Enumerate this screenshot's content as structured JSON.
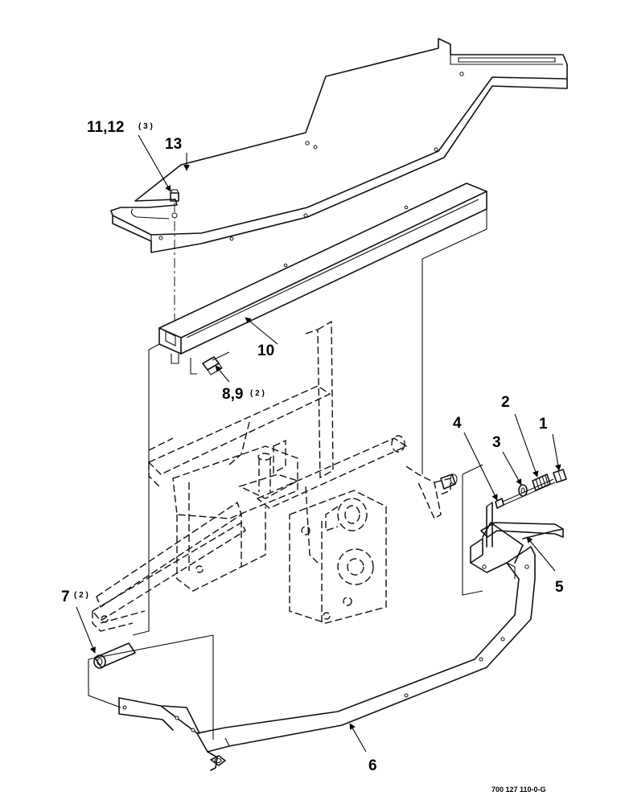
{
  "callouts": {
    "c1": {
      "label": "1",
      "qty": ""
    },
    "c2": {
      "label": "2",
      "qty": ""
    },
    "c3": {
      "label": "3",
      "qty": ""
    },
    "c4": {
      "label": "4",
      "qty": ""
    },
    "c5": {
      "label": "5",
      "qty": ""
    },
    "c6": {
      "label": "6",
      "qty": ""
    },
    "c7": {
      "label": "7",
      "qty": "( 2 )"
    },
    "c89": {
      "label": "8,9",
      "qty": "( 2 )"
    },
    "c10": {
      "label": "10",
      "qty": ""
    },
    "c1112": {
      "label": "11,12",
      "qty": "( 3 )"
    },
    "c13": {
      "label": "13",
      "qty": ""
    }
  },
  "drawing_number": "700 127 110-0-G"
}
